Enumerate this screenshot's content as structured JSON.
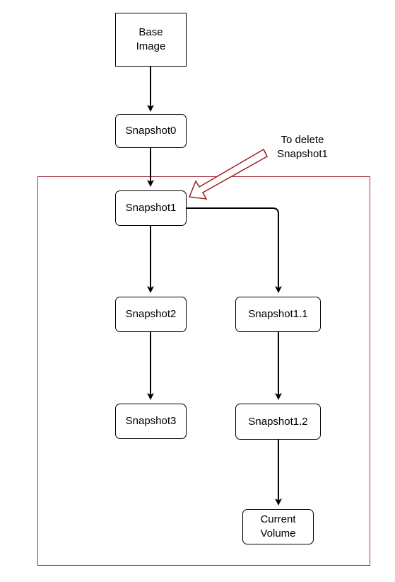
{
  "diagram": {
    "nodes": {
      "base_image": "Base\nImage",
      "snapshot0": "Snapshot0",
      "snapshot1": "Snapshot1",
      "snapshot2": "Snapshot2",
      "snapshot3": "Snapshot3",
      "snapshot1_1": "Snapshot1.1",
      "snapshot1_2": "Snapshot1.2",
      "current_volume": "Current\nVolume"
    },
    "annotation": "To delete\nSnapshot1",
    "colors": {
      "group_border": "#a0283a",
      "callout_arrow": "#a01c1c",
      "edges": "#000000"
    }
  }
}
